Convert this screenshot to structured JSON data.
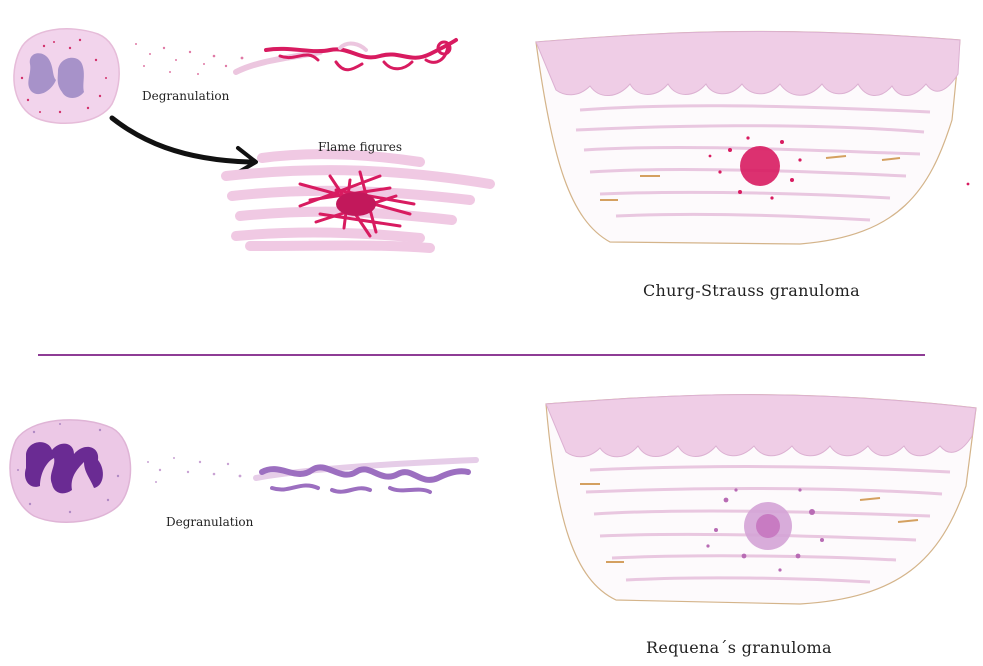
{
  "top_panel": {
    "degranulation_label": "Degranulation",
    "flame_label": "Flame figures",
    "title": "Churg-Strauss granuloma"
  },
  "bottom_panel": {
    "degranulation_label": "Degranulation",
    "title": "Requena´s granuloma"
  },
  "colors": {
    "divider": "#8e3c95",
    "eosinophil_granule": "#d81b60",
    "basophil_granule": "#9c6fc0",
    "tissue_pink": "#f0cde6",
    "arrow": "#111111"
  }
}
